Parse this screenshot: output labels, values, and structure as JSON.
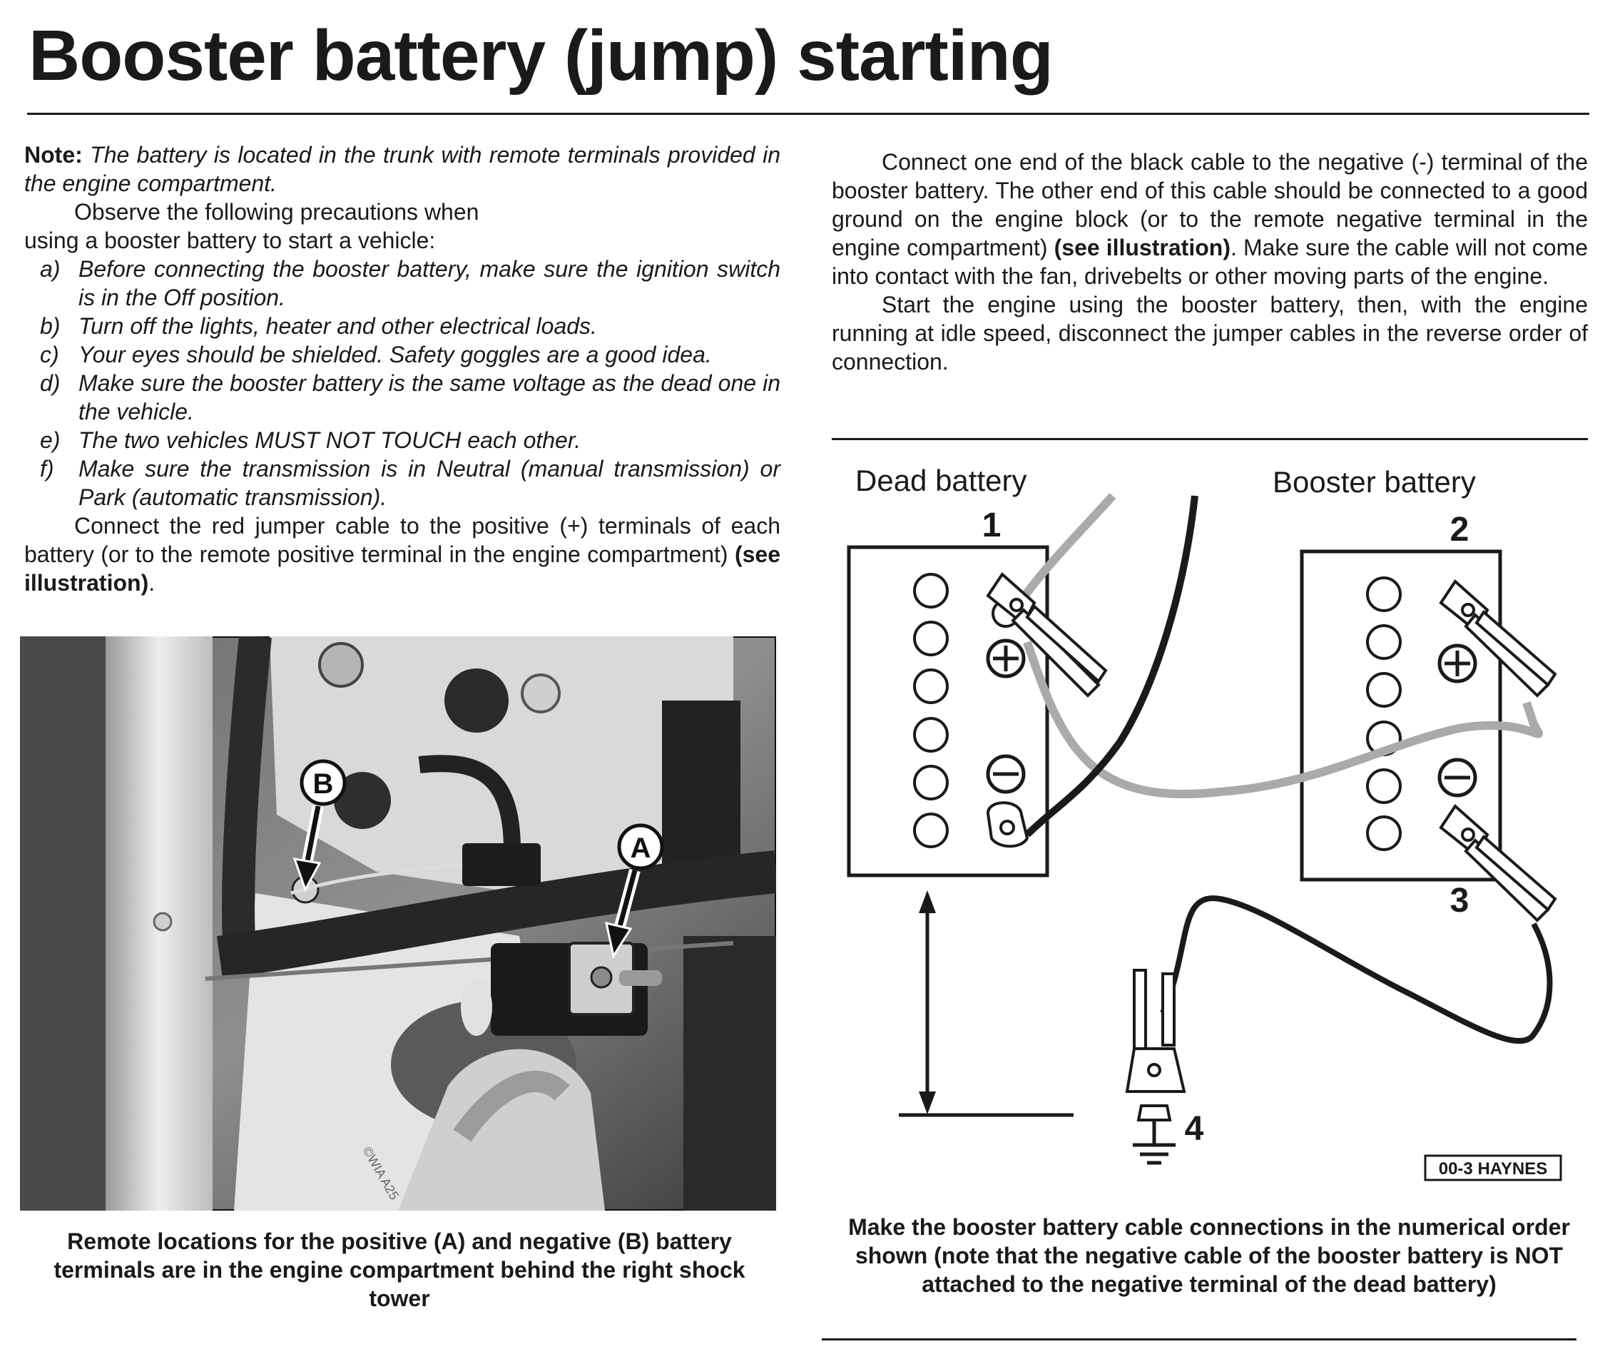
{
  "title": "Booster battery (jump) starting",
  "left_column": {
    "note_label": "Note:",
    "note_text": "The battery is located in the trunk with remote terminals provided in the engine compartment.",
    "intro_line1": "Observe the following precautions when",
    "intro_line2": "using a booster battery to start a vehicle:",
    "precautions": [
      {
        "marker": "a)",
        "text": "Before connecting the booster battery, make sure the ignition switch is in the Off position."
      },
      {
        "marker": "b)",
        "text": "Turn off the lights, heater and other electrical loads."
      },
      {
        "marker": "c)",
        "text": "Your eyes should be shielded. Safety goggles are a good idea."
      },
      {
        "marker": "d)",
        "text": "Make sure the booster battery is the same voltage as the dead one in the vehicle."
      },
      {
        "marker": "e)",
        "text": "The two vehicles MUST NOT TOUCH each other."
      },
      {
        "marker": "f)",
        "text": "Make sure the transmission is in Neutral (manual transmission) or Park (automatic transmission)."
      }
    ],
    "red_cable_text": "Connect the red jumper cable to the positive (+) terminals of each battery (or to the remote positive terminal in the engine compartment)",
    "see_illustration": "(see illustration)",
    "period": "."
  },
  "right_column": {
    "black_cable_text": "Connect one end of the black cable to the negative (-) terminal of the booster battery. The other end of this cable should be connected to a good ground on the engine block (or to the remote negative terminal in the engine compartment)",
    "see_illustration": "(see illustration)",
    "black_cable_text2": ". Make sure the cable will not come into contact with the fan, drivebelts or other moving parts of the engine.",
    "start_text": "Start the engine using the booster battery, then, with the engine running at idle speed, disconnect the jumper cables in the reverse order of connection."
  },
  "photo": {
    "label_a": "A",
    "label_b": "B",
    "watermark": "©WIA A25",
    "caption": "Remote locations for the positive (A) and negative (B) battery terminals are in the engine compartment behind the right shock tower"
  },
  "diagram": {
    "dead_label": "Dead battery",
    "booster_label": "Booster battery",
    "step_1": "1",
    "step_2": "2",
    "step_3": "3",
    "step_4": "4",
    "code": "00-3 HAYNES",
    "caption": "Make the booster battery cable connections in the numerical order shown (note that the negative cable of the booster battery is NOT attached to the negative terminal of the dead battery)",
    "colors": {
      "positive_cable": "#aaaaaa",
      "negative_cable": "#1a1a1a"
    }
  }
}
